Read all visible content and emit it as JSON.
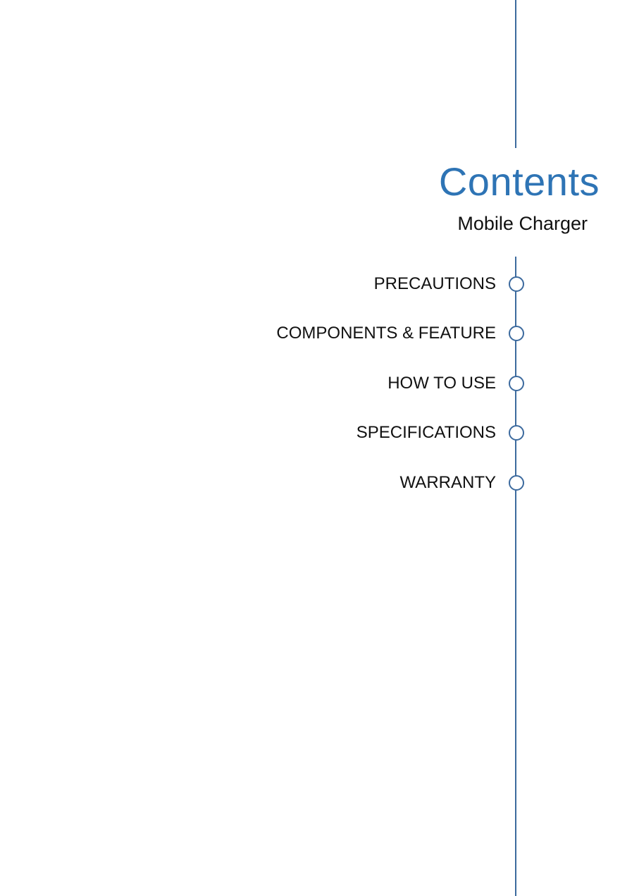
{
  "document": {
    "title": "Contents",
    "subtitle": "Mobile Charger"
  },
  "toc": {
    "items": [
      {
        "label": "PRECAUTIONS"
      },
      {
        "label": "COMPONENTS & FEATURE"
      },
      {
        "label": "HOW TO USE"
      },
      {
        "label": "SPECIFICATIONS"
      },
      {
        "label": "WARRANTY"
      }
    ]
  },
  "colors": {
    "accent": "#2e74b5",
    "line": "#3c6a9e",
    "text": "#111111",
    "background": "#ffffff"
  }
}
